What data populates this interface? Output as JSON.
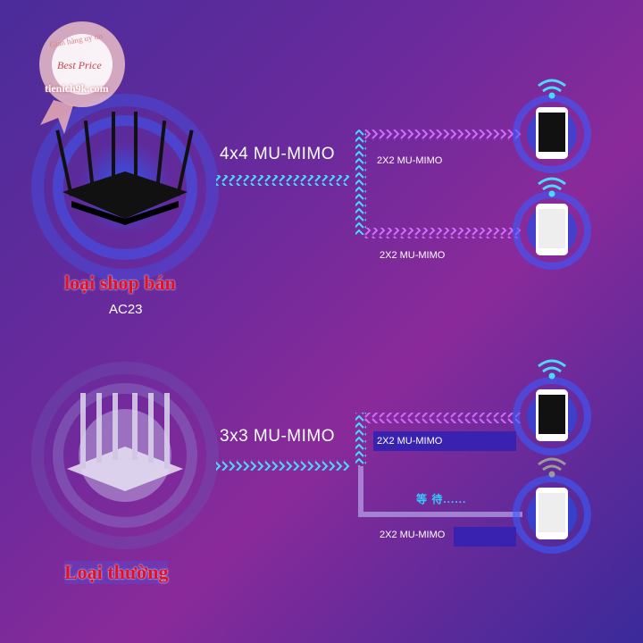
{
  "watermark": {
    "arc_text": "Gian hàng uy tín",
    "badge": "Best Price",
    "site": "tienich9k.com"
  },
  "top_section": {
    "router_label": "loại shop bán",
    "router_model": "AC23",
    "link_label": "4x4 MU-MIMO",
    "device_labels": [
      "2X2 MU-MIMO",
      "2X2 MU-MIMO"
    ]
  },
  "bottom_section": {
    "router_label": "Loại thường",
    "link_label": "3x3 MU-MIMO",
    "device_labels": [
      "2X2 MU-MIMO",
      "2X2 MU-MIMO"
    ],
    "waiting_text": "等 待......"
  },
  "colors": {
    "arrow": "#4fd8ff",
    "arrow_active": "#d070ff",
    "label_red": "#e0102a"
  }
}
